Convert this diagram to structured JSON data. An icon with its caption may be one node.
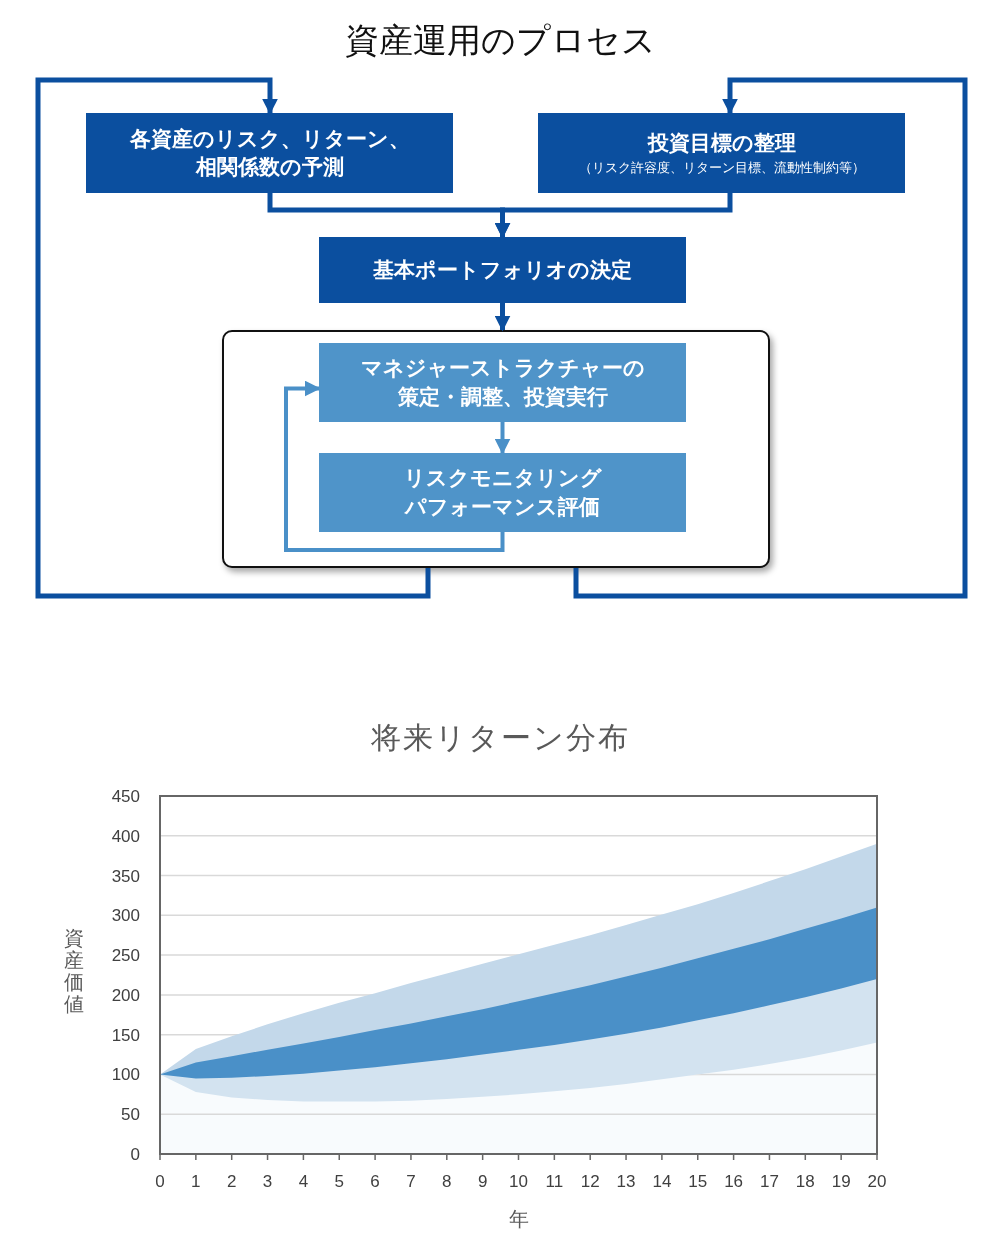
{
  "diagram": {
    "title": "資産運用のプロセス",
    "nodes": [
      {
        "text": [
          "各資産のリスク、リターン、相関係数の予測"
        ]
      },
      {
        "text": [
          "投資目標の整理",
          "（リスク許容度、リターン目標、流動性制約等）"
        ]
      },
      {
        "text": [
          "基本ポートフォリオの決定"
        ]
      },
      {
        "text": [],
        "shape": "box"
      },
      {
        "text": [
          "マネジャーストラクチャーの策定・調整、投資実行"
        ],
        "in": 3
      },
      {
        "text": [
          "リスクモニタリングパフォーマンス評価"
        ],
        "in": 3
      }
    ],
    "edges": [
      {
        "from": 3,
        "to": 0,
        "arrow": "to"
      },
      {
        "from": 3,
        "to": 1,
        "arrow": "to"
      },
      {
        "from": 0,
        "to": 2,
        "arrow": "to"
      },
      {
        "from": 1,
        "to": 2,
        "arrow": "to"
      },
      {
        "from": 2,
        "to": 3,
        "arrow": "to"
      },
      {
        "from": 4,
        "to": 5,
        "arrow": "to",
        "color": "#4a90c8"
      },
      {
        "from": 5,
        "to": 4,
        "arrow": "to",
        "color": "#4a90c8"
      }
    ],
    "chart_data": {
      "type": "area",
      "title": "将来リターン分布",
      "xlabel": "年",
      "ylabel": "資産価値",
      "x": [
        0,
        1,
        2,
        3,
        4,
        5,
        6,
        7,
        8,
        9,
        10,
        11,
        12,
        13,
        14,
        15,
        16,
        17,
        18,
        19,
        20
      ],
      "series": [
        {
          "color": "#c3d8ea",
          "values": [
            100,
            132,
            148,
            163,
            177,
            190,
            202,
            215,
            227,
            239,
            251,
            263,
            275,
            288,
            301,
            314,
            328,
            343,
            358,
            374,
            390
          ]
        },
        {
          "color": "#4a90c8",
          "values": [
            100,
            115,
            123,
            131,
            139,
            147,
            156,
            164,
            173,
            182,
            192,
            202,
            212,
            223,
            234,
            246,
            258,
            270,
            283,
            296,
            310
          ]
        },
        {
          "color": "#d3e3f0",
          "values": [
            100,
            95,
            96,
            98,
            101,
            105,
            109,
            114,
            119,
            125,
            131,
            137,
            144,
            151,
            159,
            168,
            177,
            187,
            197,
            208,
            220
          ]
        },
        {
          "color": "#f8fbfd",
          "values": [
            100,
            78,
            71,
            68,
            66,
            66,
            66,
            67,
            69,
            72,
            75,
            79,
            83,
            88,
            94,
            100,
            106,
            113,
            121,
            130,
            140
          ]
        }
      ],
      "xlim": [
        0,
        20
      ],
      "ylim": [
        0,
        450
      ],
      "xticks": [
        0,
        1,
        2,
        3,
        4,
        5,
        6,
        7,
        8,
        9,
        10,
        11,
        12,
        13,
        14,
        15,
        16,
        17,
        18,
        19,
        20
      ],
      "yticks": [
        0,
        50,
        100,
        150,
        200,
        250,
        300,
        350,
        400,
        450
      ],
      "stacked": false,
      "grid": true
    }
  }
}
